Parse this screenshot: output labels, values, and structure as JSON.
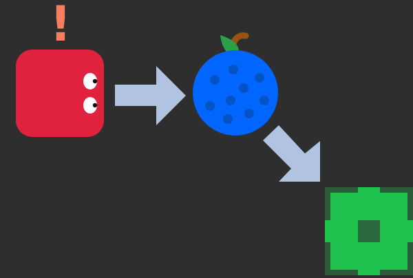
{
  "scene": {
    "alert_mark": "!",
    "character": {
      "name": "red-blob",
      "color": "#e0223f"
    },
    "item": {
      "name": "blueberry",
      "color": "#0066ff",
      "spot_color": "#0353c4",
      "leaf_color": "#2aa04a",
      "stem_color": "#9a5410"
    },
    "goal": {
      "name": "green-gear-tile",
      "color": "#1fc24c",
      "frame_color": "#2a5a38",
      "center_color": "#2a6a3c"
    },
    "arrow_color": "#b0c3e0",
    "background_color": "#2e2e2e"
  }
}
